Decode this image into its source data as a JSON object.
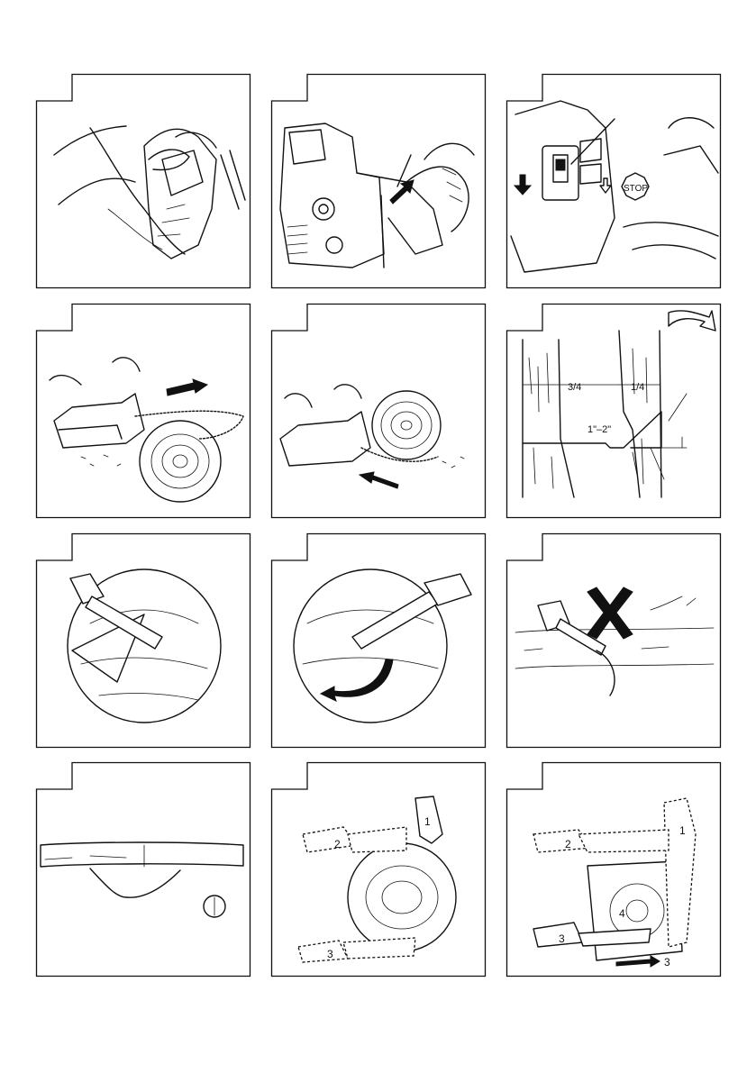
{
  "panels": [
    {
      "id": 1,
      "labels": {}
    },
    {
      "id": 2,
      "labels": {}
    },
    {
      "id": 3,
      "labels": {
        "stop": "STOP"
      }
    },
    {
      "id": 4,
      "labels": {}
    },
    {
      "id": 5,
      "labels": {}
    },
    {
      "id": 6,
      "labels": {
        "left_fraction": "3/4",
        "right_fraction": "1/4",
        "notch_depth": "1\"–2\""
      }
    },
    {
      "id": 7,
      "labels": {}
    },
    {
      "id": 8,
      "labels": {}
    },
    {
      "id": 9,
      "labels": {}
    },
    {
      "id": 10,
      "labels": {}
    },
    {
      "id": 11,
      "labels": {
        "pos1": "1",
        "pos2": "2",
        "pos3": "3"
      }
    },
    {
      "id": 12,
      "labels": {
        "pos1": "1",
        "pos2": "2",
        "pos3": "3",
        "pos4": "4",
        "arrow3": "3"
      }
    }
  ]
}
